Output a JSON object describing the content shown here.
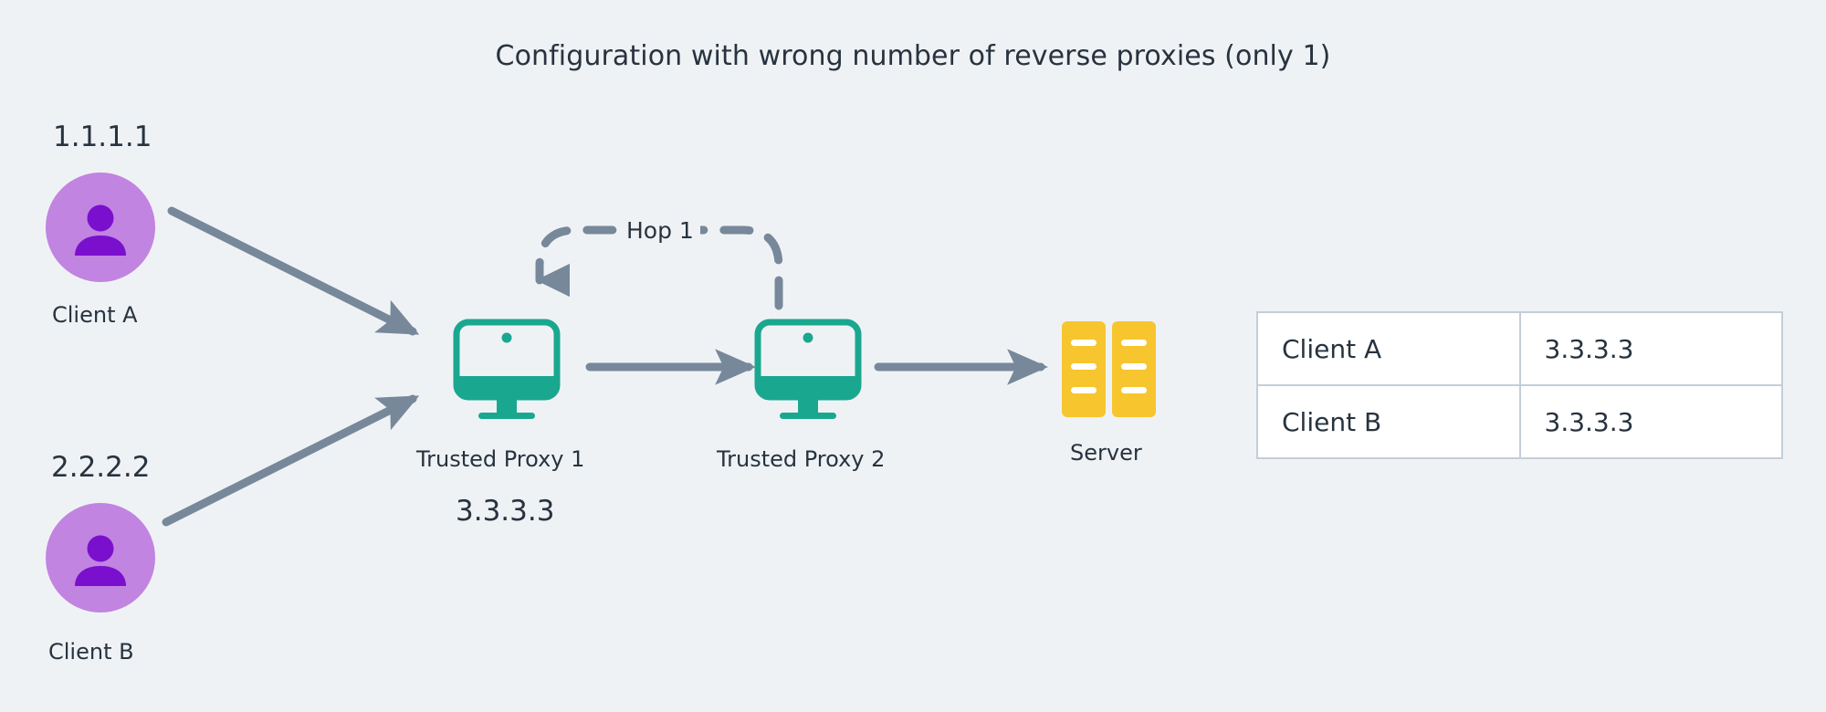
{
  "title": "Configuration with wrong number of reverse proxies (only 1)",
  "colors": {
    "background": "#eff2f5",
    "text": "#27333f",
    "arrow": "#77889a",
    "client_circle": "#c184e0",
    "client_person": "#7a0fce",
    "proxy_teal": "#1aa78f",
    "server_yellow": "#f7c52e",
    "table_border": "#c3ced9",
    "table_cell_bg": "#ffffff"
  },
  "clients": [
    {
      "ip": "1.1.1.1",
      "name": "Client A",
      "icon": "person-icon"
    },
    {
      "ip": "2.2.2.2",
      "name": "Client B",
      "icon": "person-icon"
    }
  ],
  "proxies": [
    {
      "name": "Trusted Proxy 1",
      "ip": "3.3.3.3",
      "icon": "monitor-icon"
    },
    {
      "name": "Trusted Proxy 2",
      "ip": "",
      "icon": "monitor-icon"
    }
  ],
  "server": {
    "name": "Server",
    "icon": "server-icon"
  },
  "hop": {
    "label": "Hop 1"
  },
  "table": {
    "rows": [
      {
        "client": "Client A",
        "ip": "3.3.3.3"
      },
      {
        "client": "Client B",
        "ip": "3.3.3.3"
      }
    ]
  }
}
